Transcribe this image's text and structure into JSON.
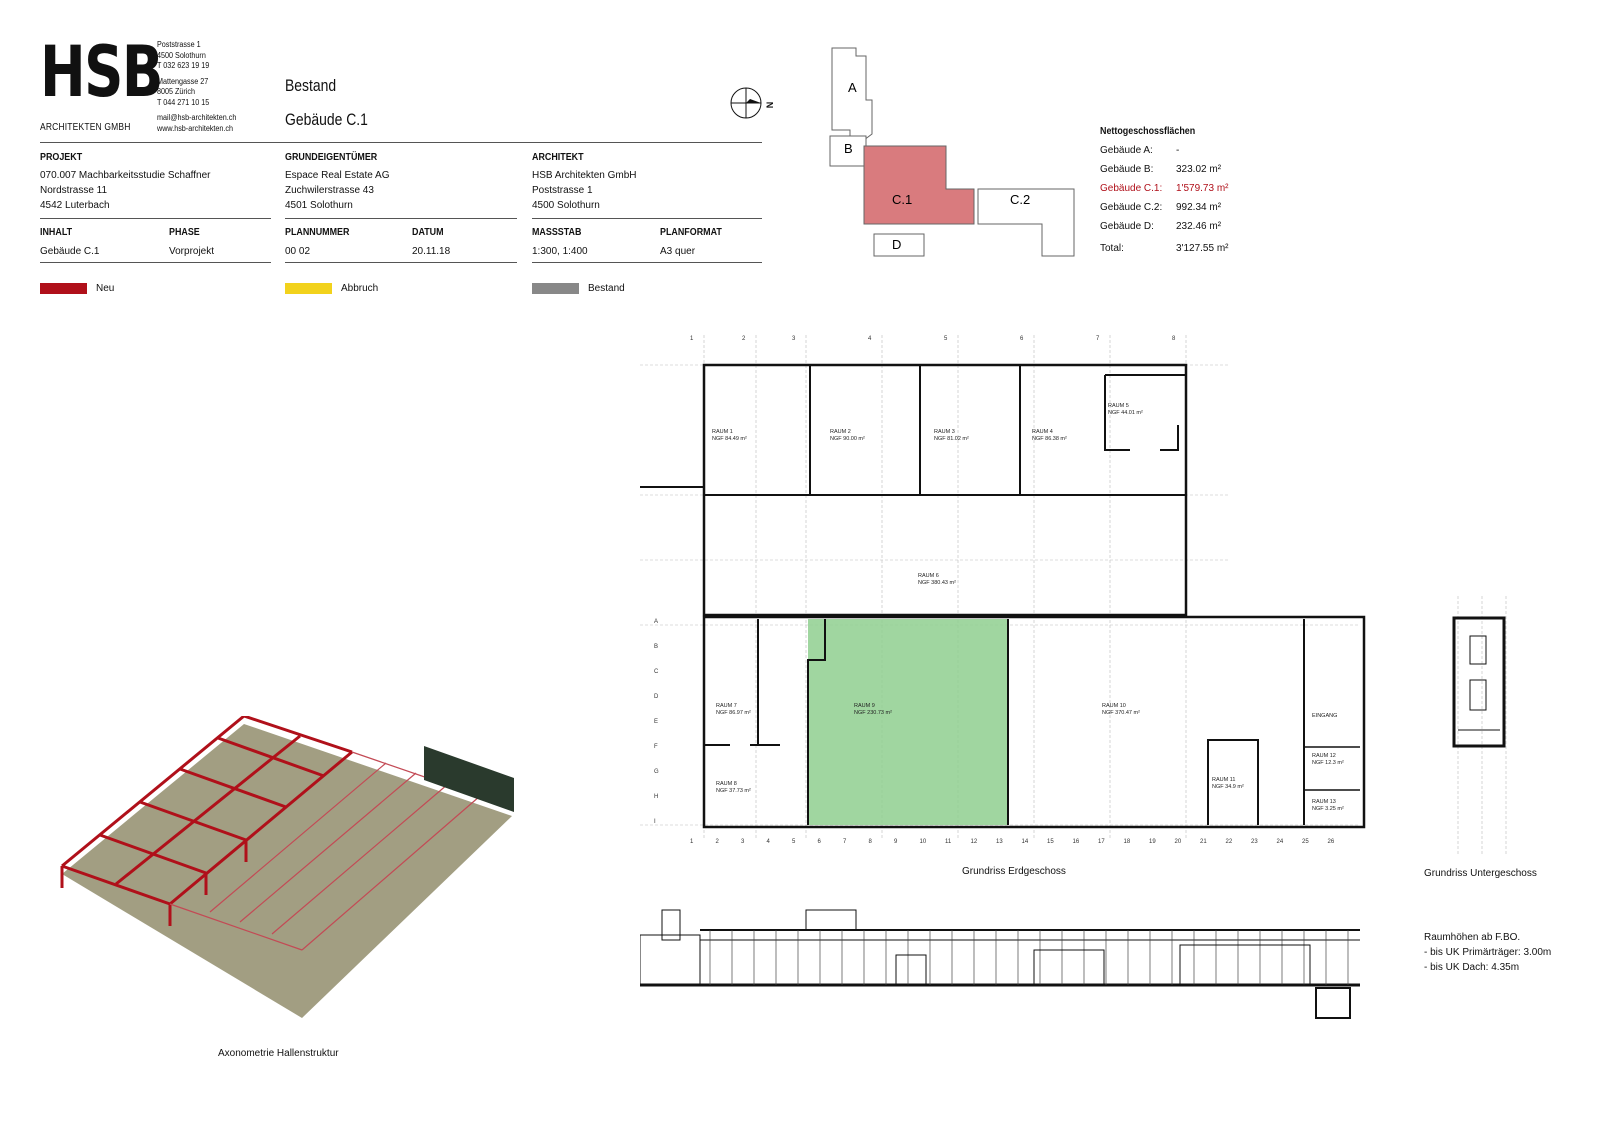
{
  "header": {
    "logo_text": "HSB",
    "logo_sub": "ARCHITEKTEN GMBH",
    "address": [
      "Poststrasse 1",
      "4500 Solothurn",
      "T 032 623 19 19",
      "",
      "Mattengasse 27",
      "8005 Zürich",
      "T 044 271 10 15",
      "",
      "mail@hsb-architekten.ch",
      "www.hsb-architekten.ch"
    ],
    "title1": "Bestand",
    "title2": "Gebäude C.1"
  },
  "info": {
    "projekt": {
      "label": "PROJEKT",
      "lines": [
        "070.007 Machbarkeitsstudie Schaffner",
        "Nordstrasse 11",
        "4542 Luterbach"
      ]
    },
    "grund": {
      "label": "GRUNDEIGENTÜMER",
      "lines": [
        "Espace Real Estate AG",
        "Zuchwilerstrasse 43",
        "4501 Solothurn"
      ]
    },
    "architekt": {
      "label": "ARCHITEKT",
      "lines": [
        "HSB Architekten GmbH",
        "Poststrasse 1",
        "4500 Solothurn"
      ]
    },
    "inhalt": {
      "label": "INHALT",
      "value": "Gebäude C.1"
    },
    "phase": {
      "label": "PHASE",
      "value": "Vorprojekt"
    },
    "plannummer": {
      "label": "PLANNUMMER",
      "value": "00 02"
    },
    "datum": {
      "label": "DATUM",
      "value": "20.11.18"
    },
    "massstab": {
      "label": "MASSSTAB",
      "value": "1:300, 1:400"
    },
    "planformat": {
      "label": "PLANFORMAT",
      "value": "A3 quer"
    }
  },
  "legend": [
    {
      "label": "Neu",
      "color": "#b0101a"
    },
    {
      "label": "Abbruch",
      "color": "#f2d21c"
    },
    {
      "label": "Bestand",
      "color": "#888888"
    }
  ],
  "site_plan": {
    "labels": {
      "a": "A",
      "b": "B",
      "c1": "C.1",
      "c2": "C.2",
      "d": "D"
    },
    "highlight_color": "#d97b7e"
  },
  "north_label": "N",
  "net_areas": {
    "title": "Nettogeschossflächen",
    "rows": [
      {
        "label": "Gebäude A:",
        "value": "-"
      },
      {
        "label": "Gebäude B:",
        "value": "323.02 m²"
      },
      {
        "label": "Gebäude C.1:",
        "value": "1'579.73 m²",
        "highlight": true
      },
      {
        "label": "Gebäude C.2:",
        "value": "992.34 m²"
      },
      {
        "label": "Gebäude D:",
        "value": "232.46 m²"
      }
    ],
    "total_label": "Total:",
    "total_value": "3'127.55 m²",
    "highlight_color": "#b0101a"
  },
  "plan": {
    "rooms": {
      "r1": "RAUM 1",
      "r1a": "NGF 84.49 m²",
      "r2": "RAUM 2",
      "r2a": "NGF 90.00 m²",
      "r3": "RAUM 3",
      "r3a": "NGF 81.02 m²",
      "r4": "RAUM 4",
      "r4a": "NGF 86.38 m²",
      "r5": "RAUM 5",
      "r5a": "NGF 44.01 m²",
      "r6": "RAUM 6",
      "r6a": "NGF 380.43 m²",
      "r7": "RAUM 7",
      "r7a": "NGF 86.97 m²",
      "r8": "RAUM 8",
      "r8a": "NGF 37.73 m²",
      "r9": "RAUM 9",
      "r9a": "NGF 230.73 m²",
      "r10": "RAUM 10",
      "r10a": "NGF 370.47 m²",
      "r11": "RAUM 11",
      "r11a": "NGF 34.9 m²",
      "r12": "RAUM 12",
      "r12a": "NGF 12.3 m²",
      "r13": "RAUM 13",
      "r13a": "NGF 3.25 m²",
      "eingang": "EINGANG"
    },
    "highlight_color": "#8fcf8f",
    "axes_top": [
      "1",
      "2",
      "3",
      "4",
      "5",
      "6",
      "7",
      "8"
    ],
    "axes_bottom": [
      "1",
      "2",
      "3",
      "4",
      "5",
      "6",
      "7",
      "8",
      "9",
      "10",
      "11",
      "12",
      "13",
      "14",
      "15",
      "16",
      "17",
      "18",
      "19",
      "20",
      "21",
      "22",
      "23",
      "24",
      "25",
      "26"
    ],
    "axes_rows": [
      "A",
      "B",
      "C",
      "D",
      "E",
      "F",
      "G",
      "H",
      "I"
    ]
  },
  "captions": {
    "eg": "Grundriss Erdgeschoss",
    "ug": "Grundriss Untergeschoss",
    "axo": "Axonometrie Hallenstruktur"
  },
  "heights": {
    "title": "Raumhöhen ab F.BO.",
    "line1": "- bis UK Primärträger: 3.00m",
    "line2": "- bis UK Dach: 4.35m"
  }
}
